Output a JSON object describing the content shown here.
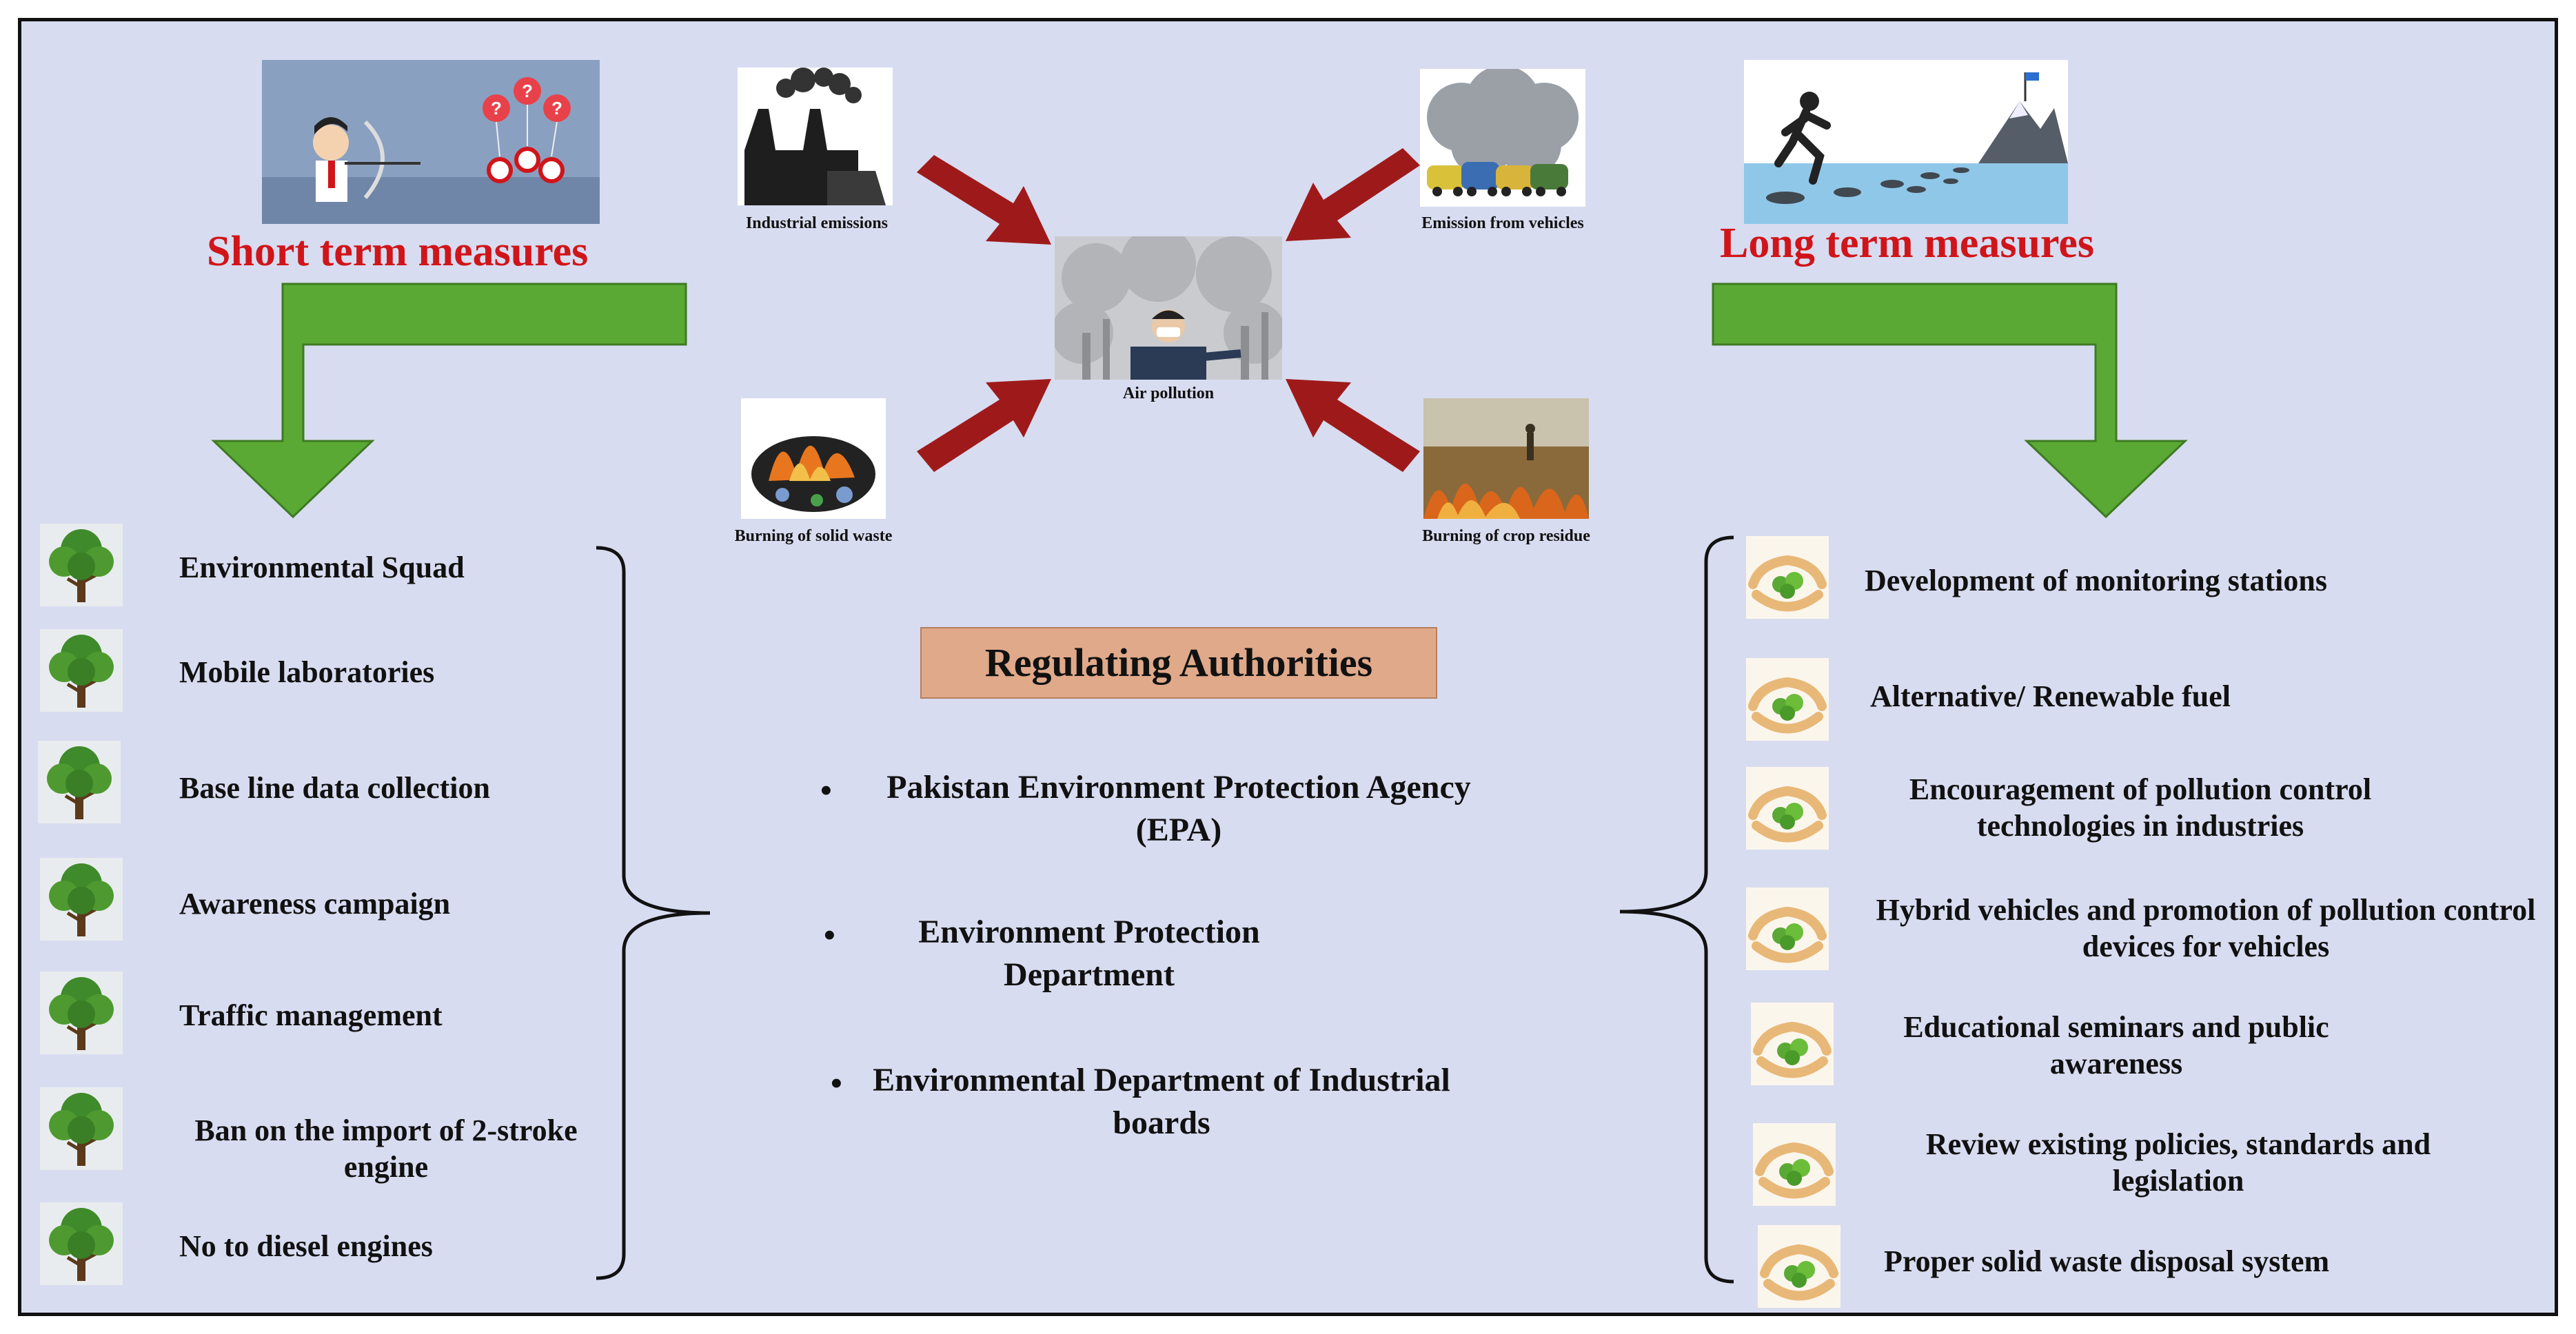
{
  "headings": {
    "short_term": "Short term measures",
    "long_term": "Long term measures"
  },
  "sources": {
    "industrial": "Industrial emissions",
    "vehicles": "Emission from vehicles",
    "solid_waste": "Burning of solid waste",
    "crop_residue": "Burning of crop residue",
    "center": "Air pollution"
  },
  "short_term_items": [
    "Environmental Squad",
    "Mobile laboratories",
    "Base line data collection",
    "Awareness campaign",
    "Traffic management",
    "Ban on the import of 2-stroke engine",
    "No to diesel engines"
  ],
  "long_term_items": [
    "Development of monitoring stations",
    "Alternative/ Renewable fuel",
    "Encouragement of pollution control technologies in industries",
    "Hybrid vehicles and promotion of pollution control devices for vehicles",
    "Educational seminars and public awareness",
    "Review existing policies, standards and legislation",
    "Proper solid waste disposal system"
  ],
  "regulating": {
    "title": "Regulating  Authorities",
    "authorities": [
      "Pakistan Environment Protection Agency (EPA)",
      "Environment Protection Department",
      "Environmental Department of Industrial boards"
    ]
  },
  "icons": {
    "short_term_image": "archer-with-targets-icon",
    "long_term_image": "stepping-stones-to-mountain-icon",
    "tree": "tree-icon",
    "hand": "hands-protecting-plant-icon",
    "arrow": "arrow-icon"
  },
  "colors": {
    "heading_red": "#d0151a",
    "green_arrow": "#5aa934",
    "red_arrow": "#9e1a1a",
    "regulating_box": "#dfa98a",
    "background": "#d8dcf0"
  }
}
